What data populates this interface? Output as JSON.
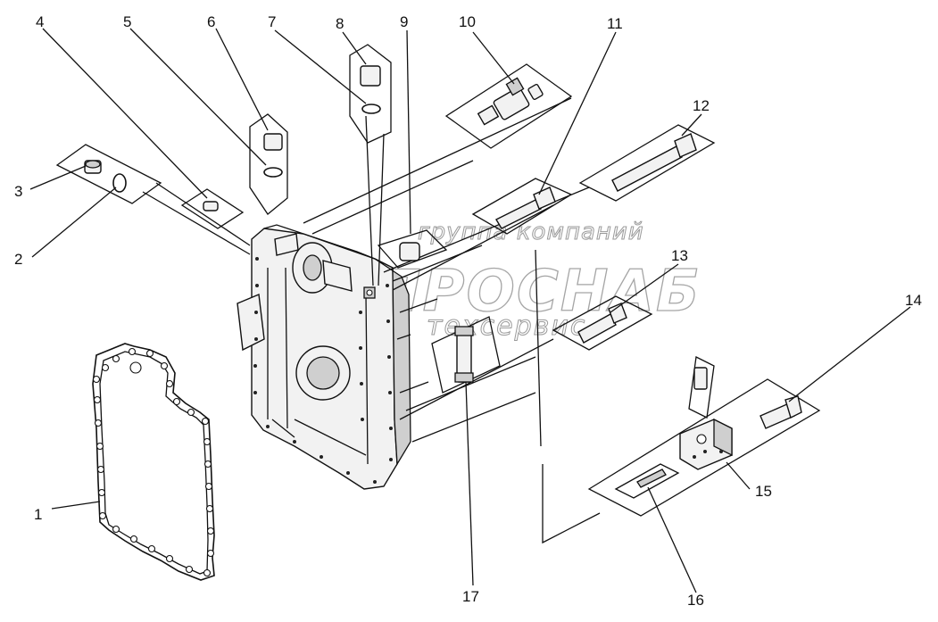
{
  "callouts": {
    "c1": "1",
    "c2": "2",
    "c3": "3",
    "c4": "4",
    "c5": "5",
    "c6": "6",
    "c7": "7",
    "c8": "8",
    "c9": "9",
    "c10": "10",
    "c11": "11",
    "c12": "12",
    "c13": "13",
    "c14": "14",
    "c15": "15",
    "c16": "16",
    "c17": "17"
  },
  "watermark": {
    "line1": "группа компаний",
    "line2": "ПРОСНАБ",
    "line3": "техсервис"
  }
}
